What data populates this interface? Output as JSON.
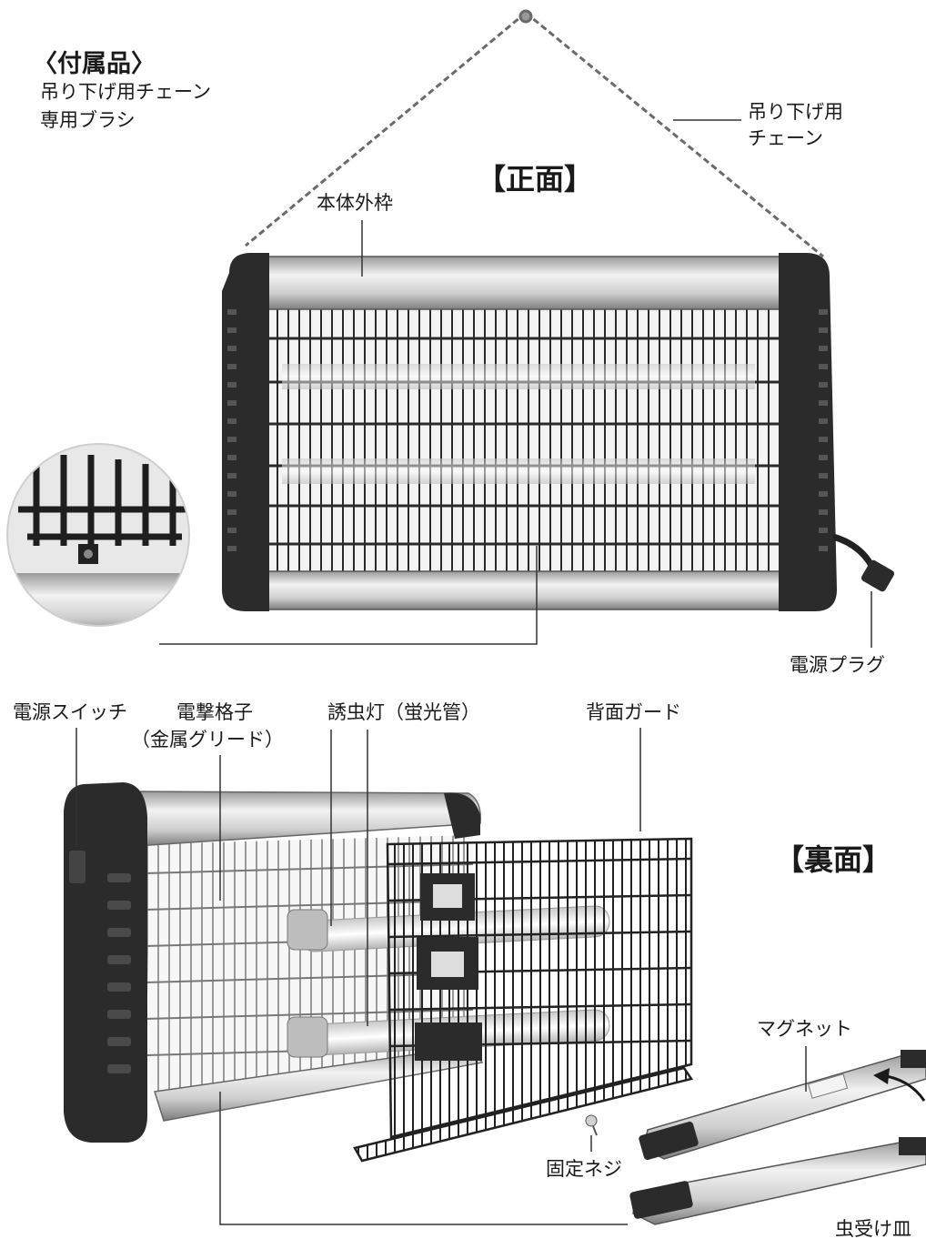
{
  "accessories": {
    "title": "〈付属品〉",
    "items": [
      "吊り下げ用チェーン",
      "専用ブラシ"
    ]
  },
  "front": {
    "title": "【正面】",
    "labels": {
      "chain": [
        "吊り下げ用",
        "チェーン"
      ],
      "frame": "本体外枠",
      "plug": "電源プラグ"
    }
  },
  "back": {
    "title": "【裏面】",
    "labels": {
      "switch": "電源スイッチ",
      "grid": [
        "電撃格子",
        "（金属グリード）"
      ],
      "lamp": "誘虫灯（蛍光管）",
      "guard": "背面ガード",
      "magnet": "マグネット",
      "screw": "固定ネジ",
      "tray": "虫受け皿"
    }
  }
}
